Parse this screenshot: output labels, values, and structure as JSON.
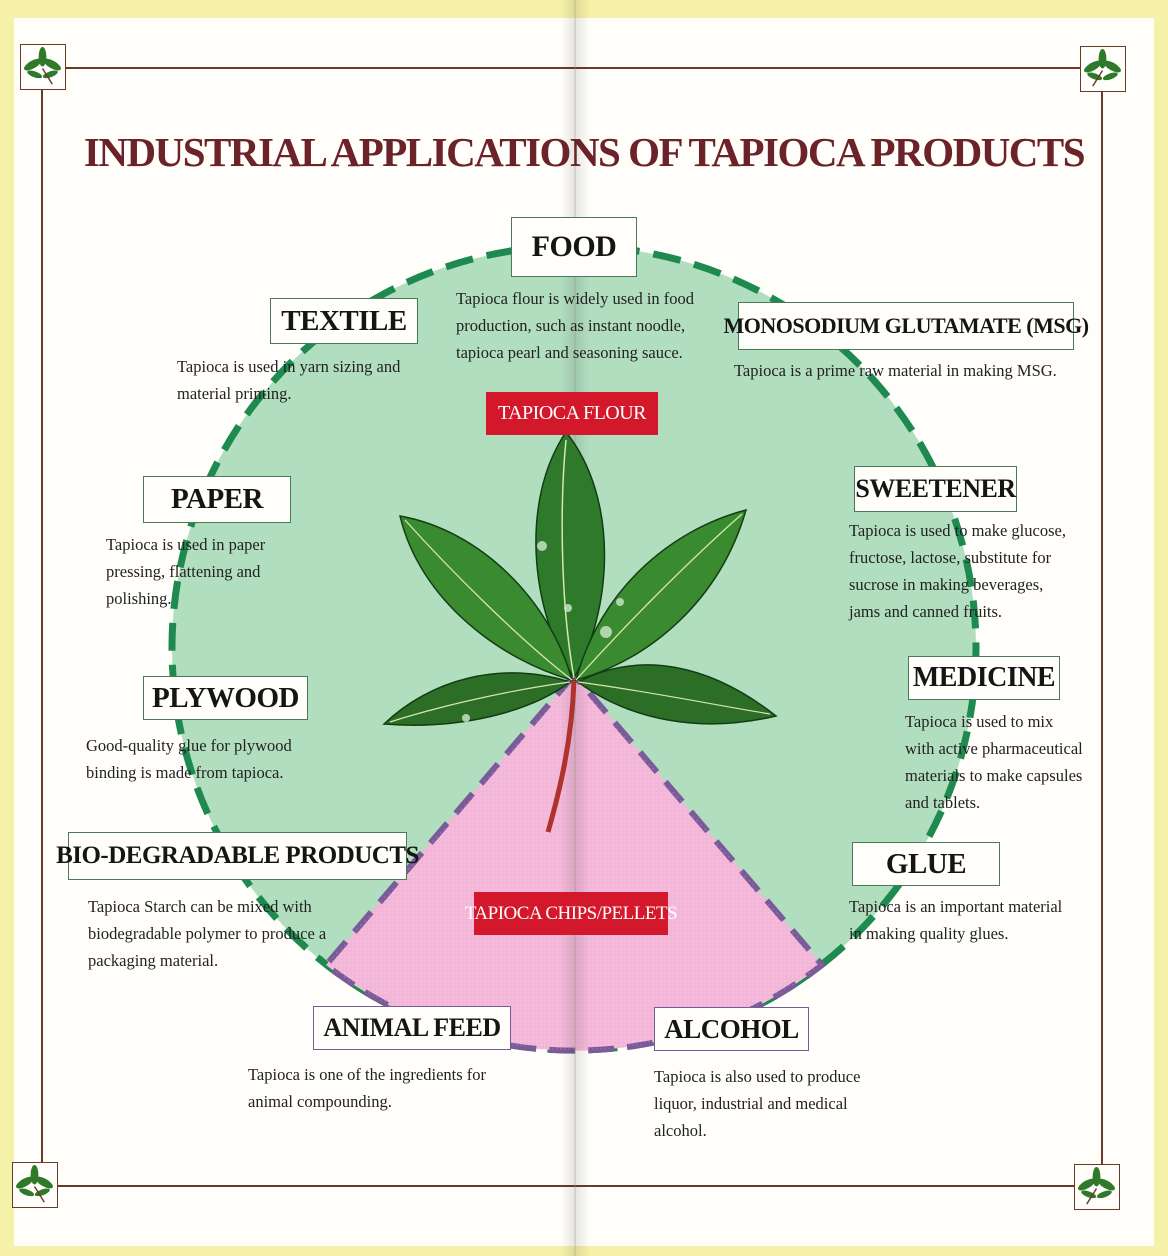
{
  "title": "INDUSTRIAL APPLICATIONS OF TAPIOCA PRODUCTS",
  "colors": {
    "background": "#f6f1a8",
    "page": "#fffefa",
    "title": "#6b2228",
    "flour_circle": "#b2dec0",
    "flour_dash": "#1f8a50",
    "chips_wedge": "#f3b6d8",
    "chips_dash": "#7a5a98",
    "red_tag": "#d4182c"
  },
  "center": {
    "flour_tag": "TAPIOCA FLOUR",
    "chips_tag": "TAPIOCA CHIPS/PELLETS",
    "leaf_icon": "tapioca-leaf-icon"
  },
  "applications": {
    "food": {
      "label": "FOOD",
      "text": [
        "Tapioca flour is widely used in food",
        "production, such as instant noodle,",
        "tapioca pearl and seasoning sauce."
      ]
    },
    "textile": {
      "label": "TEXTILE",
      "text": [
        "Tapioca is used in yarn sizing and",
        "material printing."
      ]
    },
    "msg": {
      "label": "MONOSODIUM GLUTAMATE (MSG)",
      "text": [
        "Tapioca is a prime raw material in making MSG."
      ]
    },
    "paper": {
      "label": "PAPER",
      "text": [
        "Tapioca is used in paper",
        "pressing, flattening and",
        "polishing."
      ]
    },
    "sweetener": {
      "label": "SWEETENER",
      "text": [
        "Tapioca is used to make glucose,",
        "fructose, lactose, substitute for",
        "sucrose in making beverages,",
        "jams and canned fruits."
      ]
    },
    "plywood": {
      "label": "PLYWOOD",
      "text": [
        "Good-quality glue for plywood",
        "binding is made from tapioca."
      ]
    },
    "medicine": {
      "label": "MEDICINE",
      "text": [
        "Tapioca is used to mix",
        "with active pharmaceutical",
        "materials to make capsules",
        "and tablets."
      ]
    },
    "biodegradable": {
      "label": "BIO-DEGRADABLE PRODUCTS",
      "text": [
        "Tapioca Starch can be mixed with",
        "biodegradable polymer to produce a",
        "packaging material."
      ]
    },
    "glue": {
      "label": "GLUE",
      "text": [
        "Tapioca is an important material",
        "in making quality glues."
      ]
    },
    "animal_feed": {
      "label": "ANIMAL FEED",
      "text": [
        "Tapioca is one of the ingredients for",
        "animal compounding."
      ]
    },
    "alcohol": {
      "label": "ALCOHOL",
      "text": [
        "Tapioca is also used to produce",
        "liquor, industrial and medical",
        "alcohol."
      ]
    }
  },
  "corner_icons": [
    "leaf-ornament-icon",
    "leaf-ornament-icon",
    "leaf-ornament-icon",
    "leaf-ornament-icon"
  ]
}
